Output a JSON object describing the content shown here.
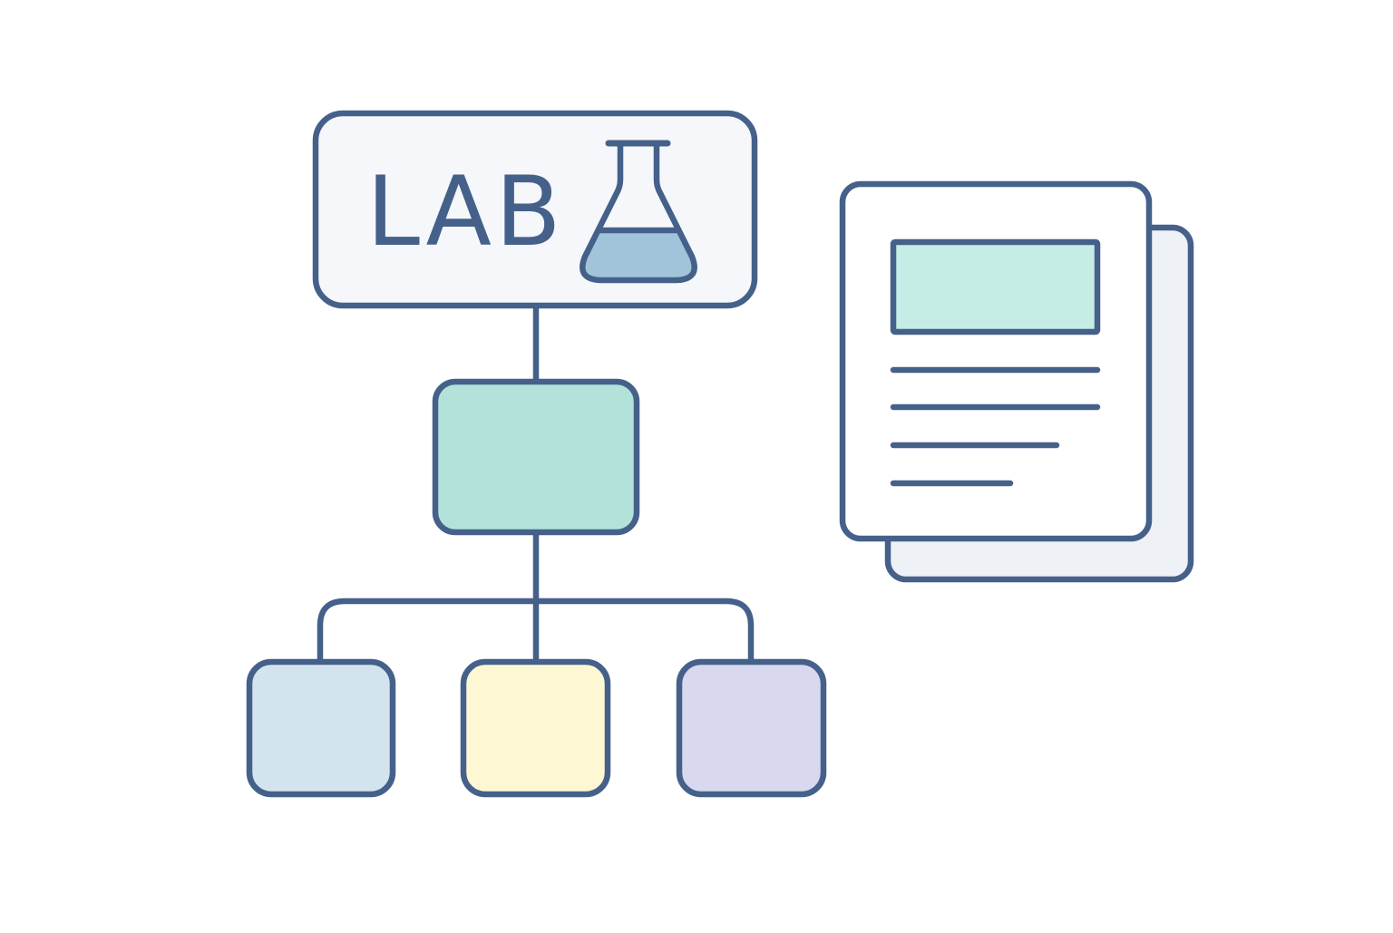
{
  "colors": {
    "stroke": "#45618a",
    "background": "#ffffff",
    "lab_box_fill": "#f5f7fa",
    "flask_liquid": "#a1c4da",
    "middle_node_fill": "#b3e2da",
    "child_left_fill": "#d4e4ef",
    "child_center_fill": "#fef7d4",
    "child_right_fill": "#d8d9ef",
    "doc_front_fill": "#ffffff",
    "doc_back_fill": "#eef1f6",
    "doc_header_fill": "#c6ece6"
  },
  "header_node": {
    "label": "LAB",
    "icon": "flask-icon"
  },
  "hierarchy": {
    "root": "header_node",
    "middle_node": "middle-node",
    "children": [
      "child-node-left",
      "child-node-center",
      "child-node-right"
    ]
  },
  "document_icon": {
    "icon": "stacked-documents-icon",
    "text_lines": 4
  }
}
